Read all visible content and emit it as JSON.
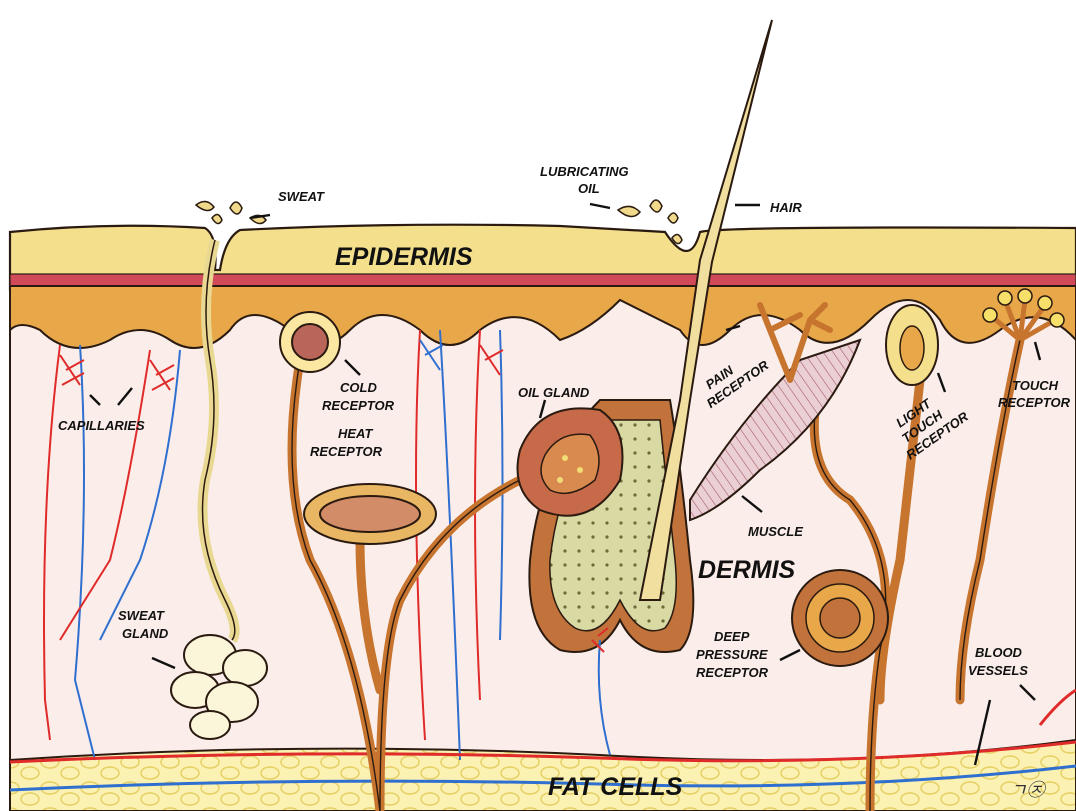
{
  "layers": {
    "epidermis": "EPIDERMIS",
    "dermis": "DERMIS",
    "fat": "FAT CELLS"
  },
  "labels": {
    "sweat": "SWEAT",
    "lubricating_oil": [
      "LUBRICATING",
      "OIL"
    ],
    "hair": "HAIR",
    "capillaries": "CAPILLARIES",
    "cold_receptor": [
      "COLD",
      "RECEPTOR"
    ],
    "heat_receptor": [
      "HEAT",
      "RECEPTOR"
    ],
    "oil_gland": "OIL GLAND",
    "pain_receptor": [
      "PAIN",
      "RECEPTOR"
    ],
    "light_touch_receptor": [
      "LIGHT",
      "TOUCH",
      "RECEPTOR"
    ],
    "touch_receptor": [
      "TOUCH",
      "RECEPTOR"
    ],
    "muscle": "MUSCLE",
    "sweat_gland": [
      "SWEAT",
      "GLAND"
    ],
    "deep_pressure_receptor": [
      "DEEP",
      "PRESSURE",
      "RECEPTOR"
    ],
    "blood_vessels": [
      "BLOOD",
      "VESSELS"
    ]
  },
  "signature": "ㄱ㉨",
  "colors": {
    "epidermis": "#f3df8c",
    "basal": "#e8a84a",
    "red_band": "#d04a5a",
    "dermis": "#fbeeea",
    "fat": "#fbf1b2",
    "nerve": "#c7742e",
    "artery": "#e02b2b",
    "vein": "#2f6fd0"
  }
}
